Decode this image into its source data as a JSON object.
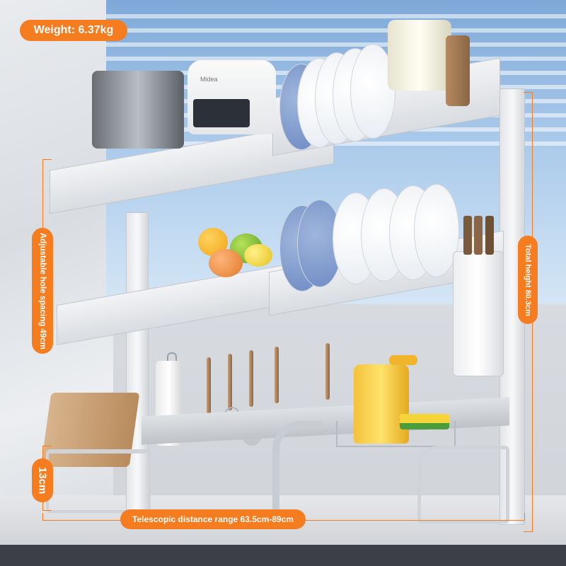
{
  "labels": {
    "weight": "Weight: 6.37kg",
    "hole_spacing": "Adjustable hole spacing 49cm",
    "total_height": "Total height 80.3cm",
    "height_13": "13cm",
    "telescopic": "Telescopic distance range 63.5cm-89cm"
  },
  "appliance": {
    "brand": "Midea"
  },
  "colors": {
    "accent_orange": "#f57c1f",
    "rack_silver": "#d9dce0",
    "sky_blue": "#a9c9ea"
  }
}
